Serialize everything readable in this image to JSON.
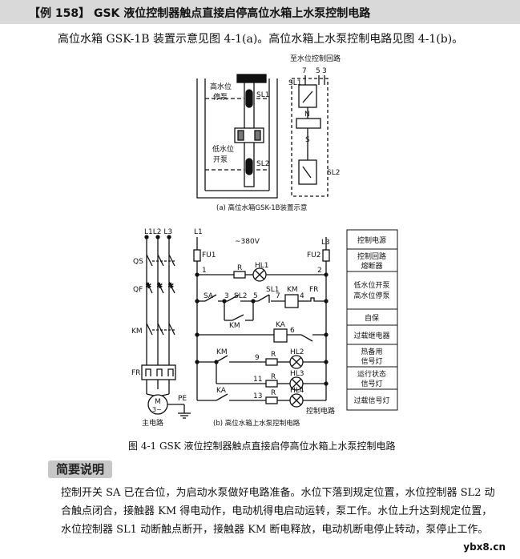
{
  "header": {
    "title": "【例 158】 GSK 液位控制器触点直接启停高位水箱上水泵控制电路"
  },
  "intro": "高位水箱 GSK-1B 装置示意见图 4-1(a)。高位水箱上水泵控制电路见图 4-1(b)。",
  "figure_a": {
    "top_label": "至水位控制回路",
    "terminals": [
      "7",
      "5",
      "3"
    ],
    "high_level_label_1": "高水位",
    "high_level_label_2": "停泵",
    "low_level_label_1": "低水位",
    "low_level_label_2": "开泵",
    "sl1": "SL1",
    "sl2": "SL2",
    "n_pole": "N",
    "s_pole": "S",
    "caption": "(a) 高位水箱GSK-1B装置示意"
  },
  "figure_b": {
    "phase_labels": "L1L2 L3",
    "qs": "QS",
    "qf": "QF",
    "km": "KM",
    "fr": "FR",
    "motor_m": "M",
    "motor_3": "3~",
    "pe": "PE",
    "main_circuit": "主电路",
    "l1": "L1",
    "l3": "L3",
    "voltage": "~380V",
    "fu1": "FU1",
    "fu2": "FU2",
    "node_1": "1",
    "node_2": "2",
    "node_3": "3",
    "node_4": "4",
    "node_5": "5",
    "node_6": "6",
    "node_7": "7",
    "node_9": "9",
    "node_11": "11",
    "node_13": "13",
    "r": "R",
    "hl1": "HL1",
    "hl2": "HL2",
    "hl3": "HL3",
    "hl4": "HL4",
    "sa": "SA",
    "sl2": "SL2",
    "sl1": "SL1",
    "km_coil": "KM",
    "km_self": "KM",
    "km_contact": "KM",
    "fr_contact": "FR",
    "ka_coil": "KA",
    "ka_contact": "KA",
    "ctrl_circuit": "控制电路",
    "caption": "(b) 高位水箱上水泵控制电路"
  },
  "legend_boxes": [
    {
      "lines": [
        "控制电源"
      ]
    },
    {
      "lines": [
        "控制回路",
        "熔断器"
      ]
    },
    {
      "lines": [
        "低水位开泵",
        "高水位停泵"
      ]
    },
    {
      "lines": [
        "自保"
      ]
    },
    {
      "lines": [
        "过载继电器"
      ]
    },
    {
      "lines": [
        "热备用",
        "信号灯"
      ]
    },
    {
      "lines": [
        "运行状态",
        "信号灯"
      ]
    },
    {
      "lines": [
        "过载信号灯"
      ]
    }
  ],
  "figure_caption": "图 4-1   GSK 液位控制器触点直接启停高位水箱上水泵控制电路",
  "section_title": "简要说明",
  "paragraph": "控制开关 SA 已在合位，为启动水泵做好电路准备。水位下落到规定位置，水位控制器 SL2 动合触点闭合，接触器 KM 得电动作，电动机得电启动运转，泵工作。水位上升达到规定位置，水位控制器 SL1 动断触点断开，接触器 KM 断电释放，电动机断电停止转动，泵停止工作。",
  "watermark": "ybx8.cn"
}
